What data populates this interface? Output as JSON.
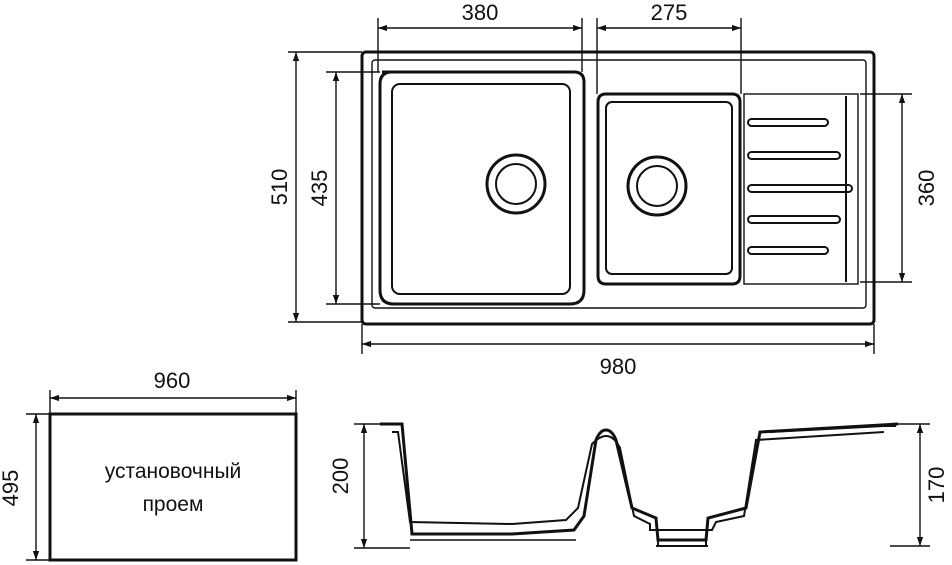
{
  "dimensions": {
    "bowl_large_width": "380",
    "bowl_small_width": "275",
    "overall_depth": "510",
    "bowl_large_depth": "435",
    "bowl_small_depth": "360",
    "overall_length": "980",
    "cutout_width": "960",
    "cutout_depth": "495",
    "bowl_height": "200",
    "drainer_height": "170"
  },
  "cutout": {
    "label_line1": "установочный",
    "label_line2": "проем"
  },
  "colors": {
    "line": "#111111",
    "background": "#ffffff"
  }
}
